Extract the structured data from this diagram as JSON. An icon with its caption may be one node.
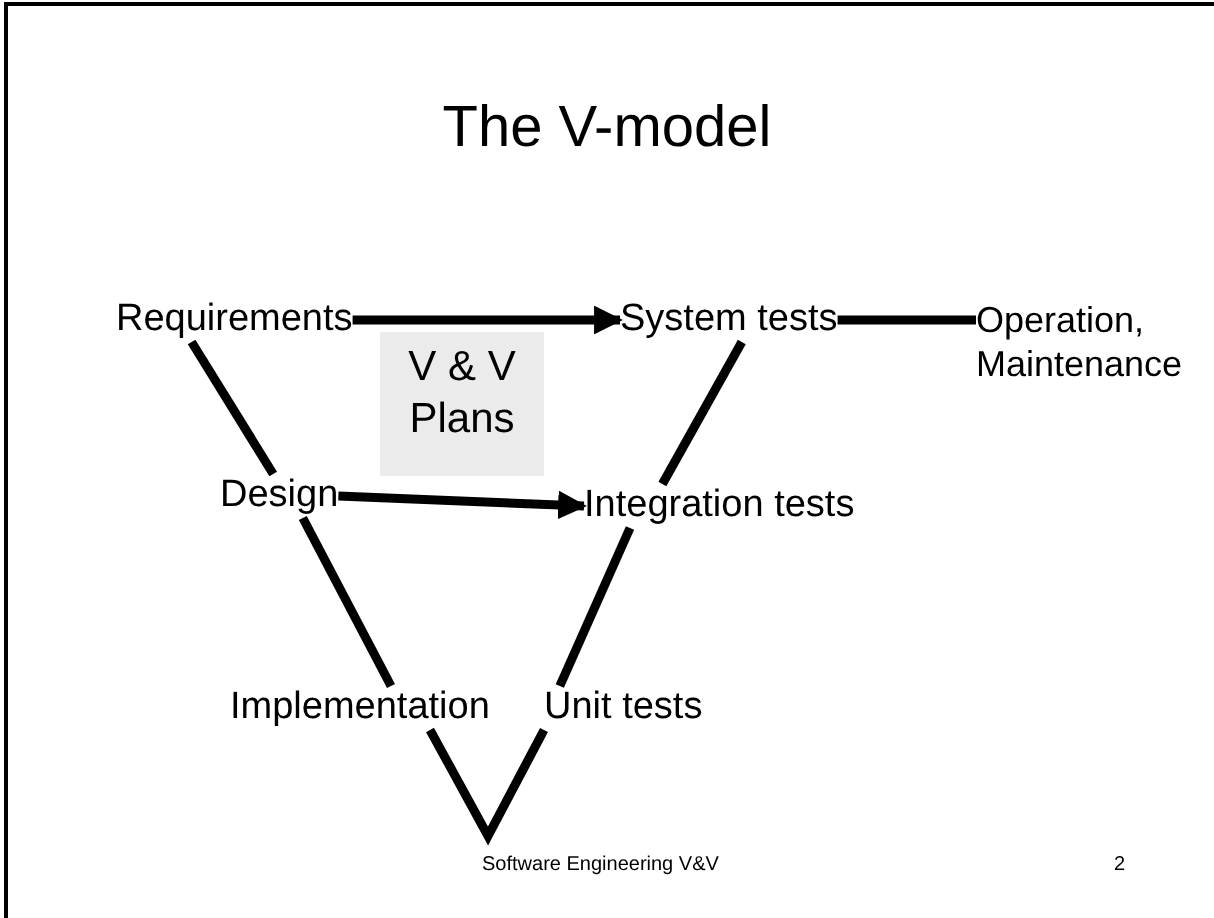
{
  "diagram": {
    "title": "The V-model",
    "nodes": [
      {
        "text": [
          "Requirements"
        ]
      },
      {
        "text": [
          "System tests"
        ]
      },
      {
        "text": [
          "Operation, Maintenance"
        ]
      },
      {
        "text": [
          "V & V Plans"
        ]
      },
      {
        "text": [
          "Design"
        ]
      },
      {
        "text": [
          "Integration tests"
        ]
      },
      {
        "text": [
          "Implementation"
        ]
      },
      {
        "text": [
          "Unit tests"
        ]
      }
    ],
    "edges": [
      {
        "from": 0,
        "to": 1,
        "arrow": "to"
      },
      {
        "from": 1,
        "to": 2,
        "arrow": "none"
      },
      {
        "from": 0,
        "to": 4,
        "arrow": "none"
      },
      {
        "from": 4,
        "to": 5,
        "arrow": "to"
      },
      {
        "from": 4,
        "to": 6,
        "arrow": "none"
      },
      {
        "from": 6,
        "to": 7,
        "arrow": "none"
      },
      {
        "from": 7,
        "to": 5,
        "arrow": "none"
      },
      {
        "from": 5,
        "to": 1,
        "arrow": "none"
      }
    ],
    "labels": [
      "Software Engineering V&V",
      "2"
    ]
  }
}
